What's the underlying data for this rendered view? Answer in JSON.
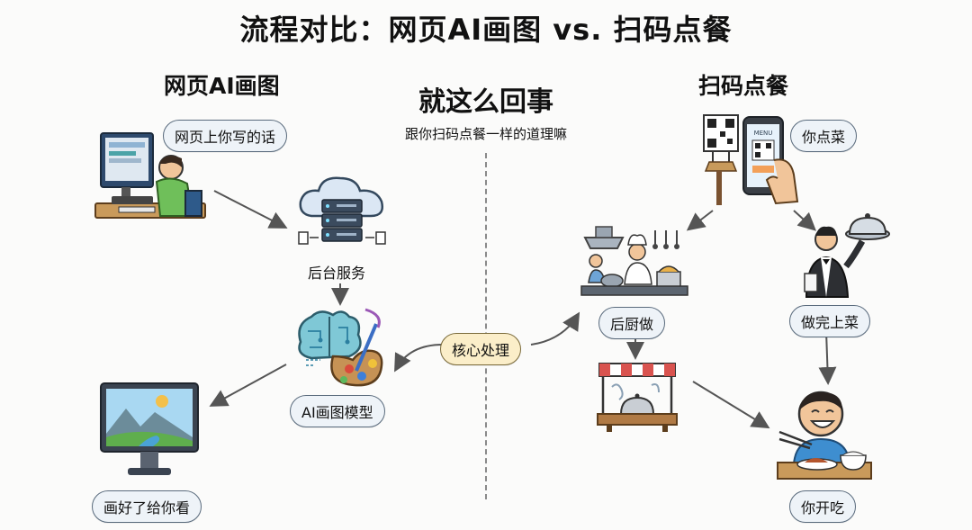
{
  "title": "流程对比：网页AI画图 vs. 扫码点餐",
  "left": {
    "heading": "网页AI画图",
    "user_bubble": "网页上你写的话",
    "server_label": "后台服务",
    "model_label": "AI画图模型",
    "result_label": "画好了给你看"
  },
  "center": {
    "heading": "就这么回事",
    "subtitle": "跟你扫码点餐一样的道理嘛",
    "core_label": "核心处理"
  },
  "right": {
    "heading": "扫码点餐",
    "phone_menu": "MENU",
    "order_bubble": "你点菜",
    "kitchen_label": "后厨做",
    "waiter_label": "做完上菜",
    "eat_label": "你开吃"
  },
  "colors": {
    "pill_fill": "#eef3f8",
    "pill_border": "#5a6b7d",
    "core_fill": "#fbeec9",
    "arrow": "#555555"
  },
  "icons": [
    "computer-user-icon",
    "cloud-server-icon",
    "brain-palette-icon",
    "monitor-landscape-icon",
    "qr-phone-icon",
    "kitchen-chefs-icon",
    "waiter-icon",
    "food-stall-icon",
    "eating-person-icon"
  ]
}
